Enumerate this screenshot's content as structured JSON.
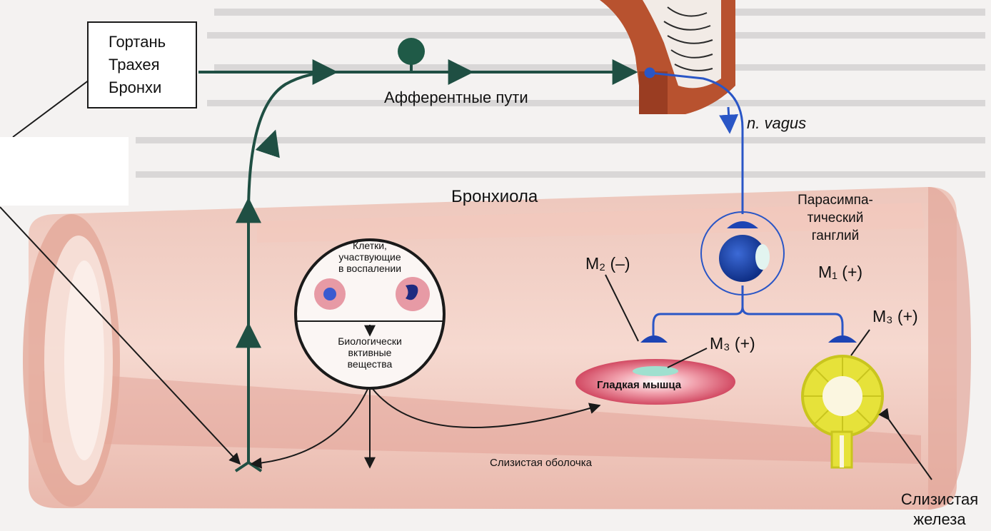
{
  "organ_box": {
    "line1": "Гортань",
    "line2": "Трахея",
    "line3": "Бронхи"
  },
  "labels": {
    "afferent": "Афферентные пути",
    "vagus": "n. vagus",
    "bronchiole": "Бронхиола",
    "ganglion_1": "Парасимпа-",
    "ganglion_2": "тический",
    "ganglion_3": "ганглий",
    "m1": "M₁ (+)",
    "m2": "M₂ (–)",
    "m3_muscle": "M₃ (+)",
    "m3_gland": "M₃ (+)",
    "smooth_muscle": "Гладкая мышца",
    "mucosa": "Слизистая оболочка",
    "gland_1": "Слизистая",
    "gland_2": "железа"
  },
  "inset": {
    "cells_1": "Клетки,",
    "cells_2": "участвующие",
    "cells_3": "в воспалении",
    "bio_1": "Биологически",
    "bio_2": "вктивные",
    "bio_3": "вещества"
  },
  "colors": {
    "afferent_path": "#1f4f43",
    "vagus_nerve": "#2a56c6",
    "bronchiole_wall": "#e9b3a6",
    "smooth_muscle": "#d9536a",
    "gland": "#e6e23a"
  }
}
